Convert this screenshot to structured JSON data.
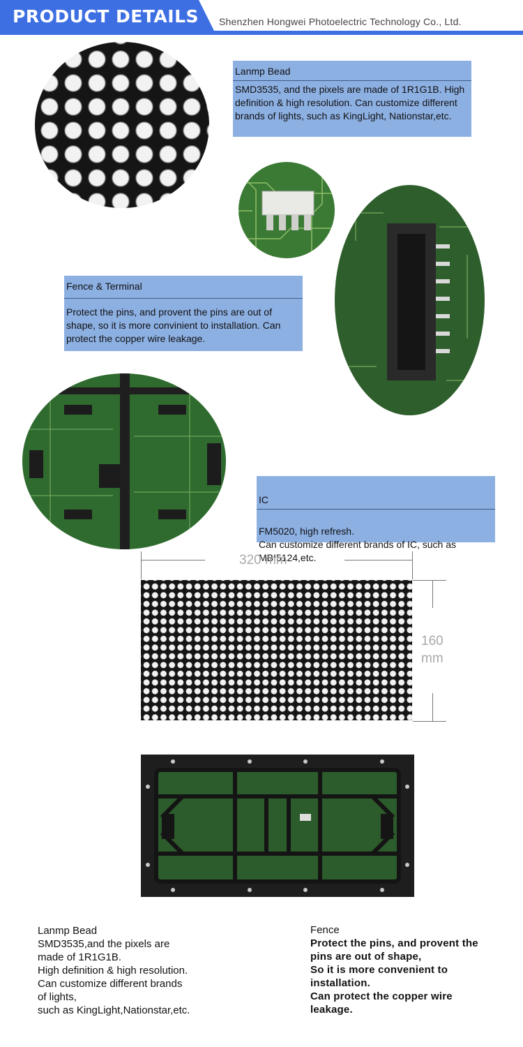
{
  "header": {
    "title": "PRODUCT DETAILS",
    "company": "Shenzhen Hongwei Photoelectric Technology Co., Ltd."
  },
  "boxes": {
    "lamp": {
      "title": "Lanmp Bead",
      "text": "SMD3535, and the pixels are made of 1R1G1B. High definition & high resolution. Can customize different brands of lights, such as KingLight, Nationstar,etc."
    },
    "fence": {
      "title": "Fence & Terminal",
      "text": "Protect the pins, and provent the pins are out of shape, so it is more convinient to installation. Can protect the copper wire leakage."
    },
    "ic": {
      "title": "IC",
      "text": "FM5020, high refresh.\nCan customize different brands of IC, such as MBI5124,etc."
    }
  },
  "dimensions": {
    "width": "320 mm",
    "height_value": "160",
    "height_unit": "mm"
  },
  "bottom": {
    "left": "Lanmp Bead\nSMD3535,and the pixels are\nmade of 1R1G1B.\nHigh definition & high resolution.\nCan customize different brands\nof lights,\nsuch as KingLight,Nationstar,etc.",
    "right_title": "Fence",
    "right_text": "Protect the pins, and provent the\npins are out of shape,\nSo it is more convenient to\ninstallation.\nCan protect the copper wire\nleakage."
  },
  "colors": {
    "accent": "#3d6fe3",
    "box": "#8db0e3",
    "pcb": "#2f6b2f"
  }
}
